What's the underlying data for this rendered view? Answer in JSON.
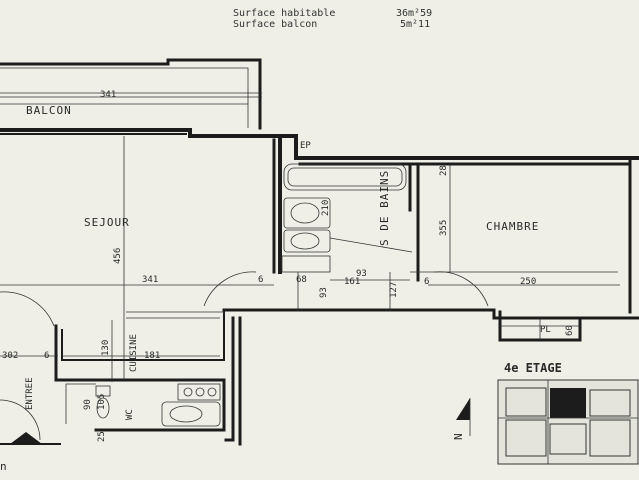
{
  "header": {
    "surface_habitable_label": "Surface habitable",
    "surface_habitable_value": "36m²59",
    "surface_balcon_label": "Surface balcon",
    "surface_balcon_value": "5m²11"
  },
  "rooms": {
    "balcon": "BALCON",
    "sejour": "SEJOUR",
    "chambre": "CHAMBRE",
    "salle_de_bains": "S DE BAINS",
    "cuisine": "CUISINE",
    "entree": "ENTREE",
    "wc": "WC",
    "placard": "PL",
    "ep": "EP"
  },
  "dimensions": {
    "balcon_width": "341",
    "sejour_width": "341",
    "sejour_depth": "456",
    "chambre_width": "250",
    "chambre_depth": "355",
    "chambre_top": "28",
    "bath_210": "210",
    "bath_161": "161",
    "bath_93": "93",
    "dgt_93": "93",
    "dgt_127": "127",
    "d_68": "68",
    "d_6a": "6",
    "d_6b": "6",
    "d_6c": "6",
    "d_60": "60",
    "entree_302": "302",
    "kitchen_181": "181",
    "kitchen_130": "130",
    "wc_90": "90",
    "wc_105": "105",
    "wc_25": "25"
  },
  "location": {
    "floor_label": "4e ETAGE",
    "north": "N"
  },
  "watermark": "n"
}
